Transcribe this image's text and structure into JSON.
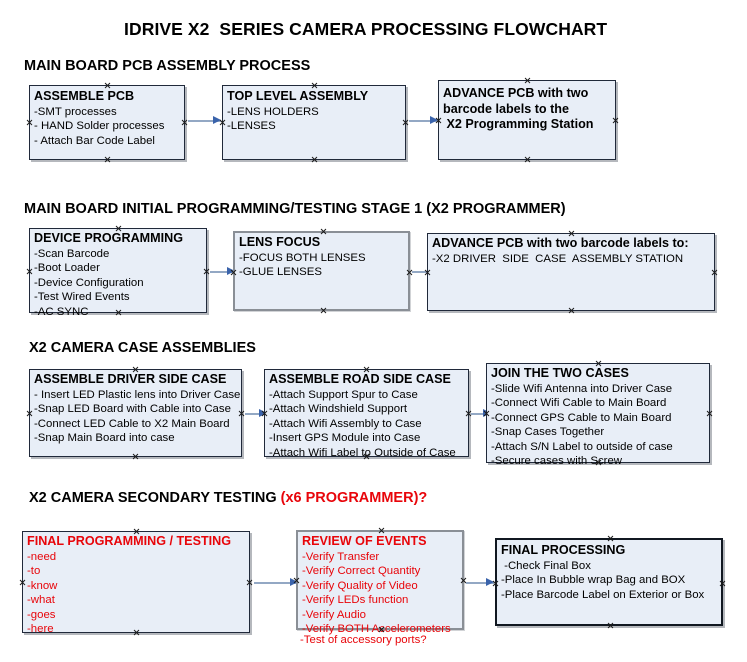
{
  "title": "IDRIVE X2  SERIES CAMERA PROCESSING FLOWCHART",
  "colors": {
    "box_fill": "#e8eef7",
    "box_border_dark": "#20293a",
    "box_border_gray": "#8a8f96",
    "red_text": "#e8050a",
    "arrow_shaft": "#93a8c4",
    "arrow_head": "#3a63ab"
  },
  "sections": [
    {
      "header": "MAIN BOARD PCB ASSEMBLY PROCESS",
      "header_red": "",
      "boxes": [
        {
          "title": "ASSEMBLE PCB",
          "lines": [
            "-SMT processes",
            "- HAND Solder processes",
            "- Attach Bar Code Label"
          ]
        },
        {
          "title": "TOP LEVEL ASSEMBLY",
          "lines": [
            "-LENS HOLDERS",
            "-LENSES"
          ]
        },
        {
          "title": "ADVANCE PCB with two",
          "lines": [
            "barcode labels to the",
            " X2 Programming Station"
          ]
        }
      ]
    },
    {
      "header": "MAIN BOARD INITIAL PROGRAMMING/TESTING STAGE 1 (X2 PROGRAMMER)",
      "header_red": "",
      "boxes": [
        {
          "title": "DEVICE PROGRAMMING",
          "lines": [
            "-Scan Barcode",
            "-Boot Loader",
            "-Device Configuration",
            "-Test Wired Events",
            "-AC SYNC"
          ]
        },
        {
          "title": "LENS FOCUS",
          "lines": [
            "-FOCUS BOTH LENSES",
            "-GLUE LENSES"
          ]
        },
        {
          "title": "ADVANCE PCB with two barcode labels to:",
          "lines": [
            "-X2 DRIVER  SIDE  CASE  ASSEMBLY STATION"
          ]
        }
      ]
    },
    {
      "header": "X2 CAMERA CASE ASSEMBLIES",
      "header_red": "",
      "boxes": [
        {
          "title": "ASSEMBLE DRIVER SIDE CASE",
          "lines": [
            "- Insert LED Plastic lens into Driver Case",
            "-Snap LED Board with Cable into Case",
            "-Connect LED Cable to X2 Main Board",
            "-Snap Main Board into case"
          ]
        },
        {
          "title": "ASSEMBLE ROAD SIDE CASE",
          "lines": [
            "-Attach Support Spur to Case",
            "-Attach Windshield Support",
            "-Attach Wifi Assembly to Case",
            "-Insert GPS Module into Case",
            "-Attach Wifi Label to Outside of Case"
          ]
        },
        {
          "title": "JOIN THE TWO CASES",
          "lines": [
            "-Slide Wifi Antenna into Driver Case",
            "-Connect Wifi Cable to Main Board",
            "-Connect GPS Cable to Main Board",
            "-Snap Cases Together",
            "-Attach S/N Label to outside of case",
            "-Secure cases with Screw"
          ]
        }
      ]
    },
    {
      "header": "X2 CAMERA SECONDARY TESTING ",
      "header_red": "(x6 PROGRAMMER)?",
      "boxes": [
        {
          "title": "FINAL PROGRAMMING / TESTING",
          "lines": [
            "-need",
            "-to",
            "-know",
            "-what",
            "-goes",
            "-here"
          ]
        },
        {
          "title": "REVIEW OF EVENTS",
          "lines": [
            "-Verify Transfer",
            "-Verify Correct Quantity",
            "-Verify Quality of Video",
            "-Verify LEDs function",
            "-Verify Audio",
            "-Verify BOTH Accelerometers"
          ],
          "overflow_line": "-Test of accessory ports?"
        },
        {
          "title": "FINAL PROCESSING",
          "lines": [
            " -Check Final Box",
            "-Place In Bubble wrap Bag and BOX",
            "-Place Barcode Label on Exterior or Box"
          ]
        }
      ]
    }
  ]
}
